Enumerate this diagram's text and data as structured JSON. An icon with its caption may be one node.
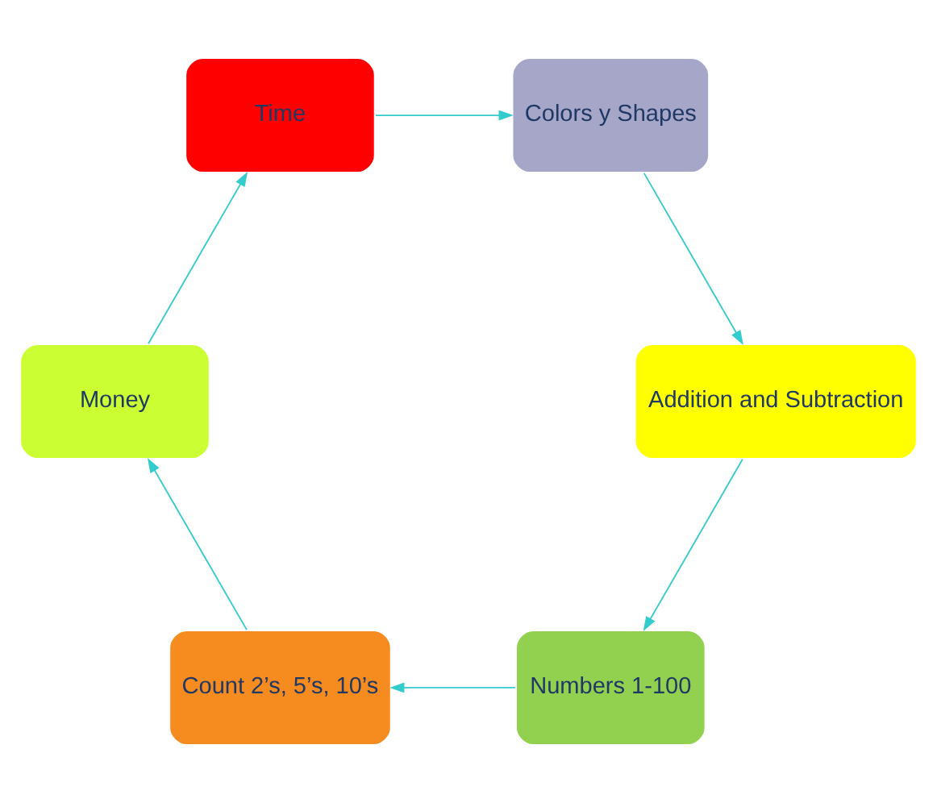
{
  "diagram": {
    "nodes": [
      {
        "text": [
          "Numbers 1-100"
        ]
      },
      {
        "text": [
          "Count 2’s, 5’s, 10’s"
        ]
      },
      {
        "text": [
          "Money"
        ]
      },
      {
        "text": [
          "Time"
        ]
      },
      {
        "text": [
          "Colors y Shapes"
        ]
      },
      {
        "text": [
          "Addition and Subtraction"
        ]
      }
    ],
    "edges": [
      {
        "from": 0,
        "to": 1,
        "arrow": "to"
      },
      {
        "from": 1,
        "to": 2,
        "arrow": "to"
      },
      {
        "from": 2,
        "to": 3,
        "arrow": "to"
      },
      {
        "from": 3,
        "to": 4,
        "arrow": "to"
      },
      {
        "from": 4,
        "to": 5,
        "arrow": "to"
      },
      {
        "from": 5,
        "to": 0,
        "arrow": "to"
      }
    ]
  }
}
